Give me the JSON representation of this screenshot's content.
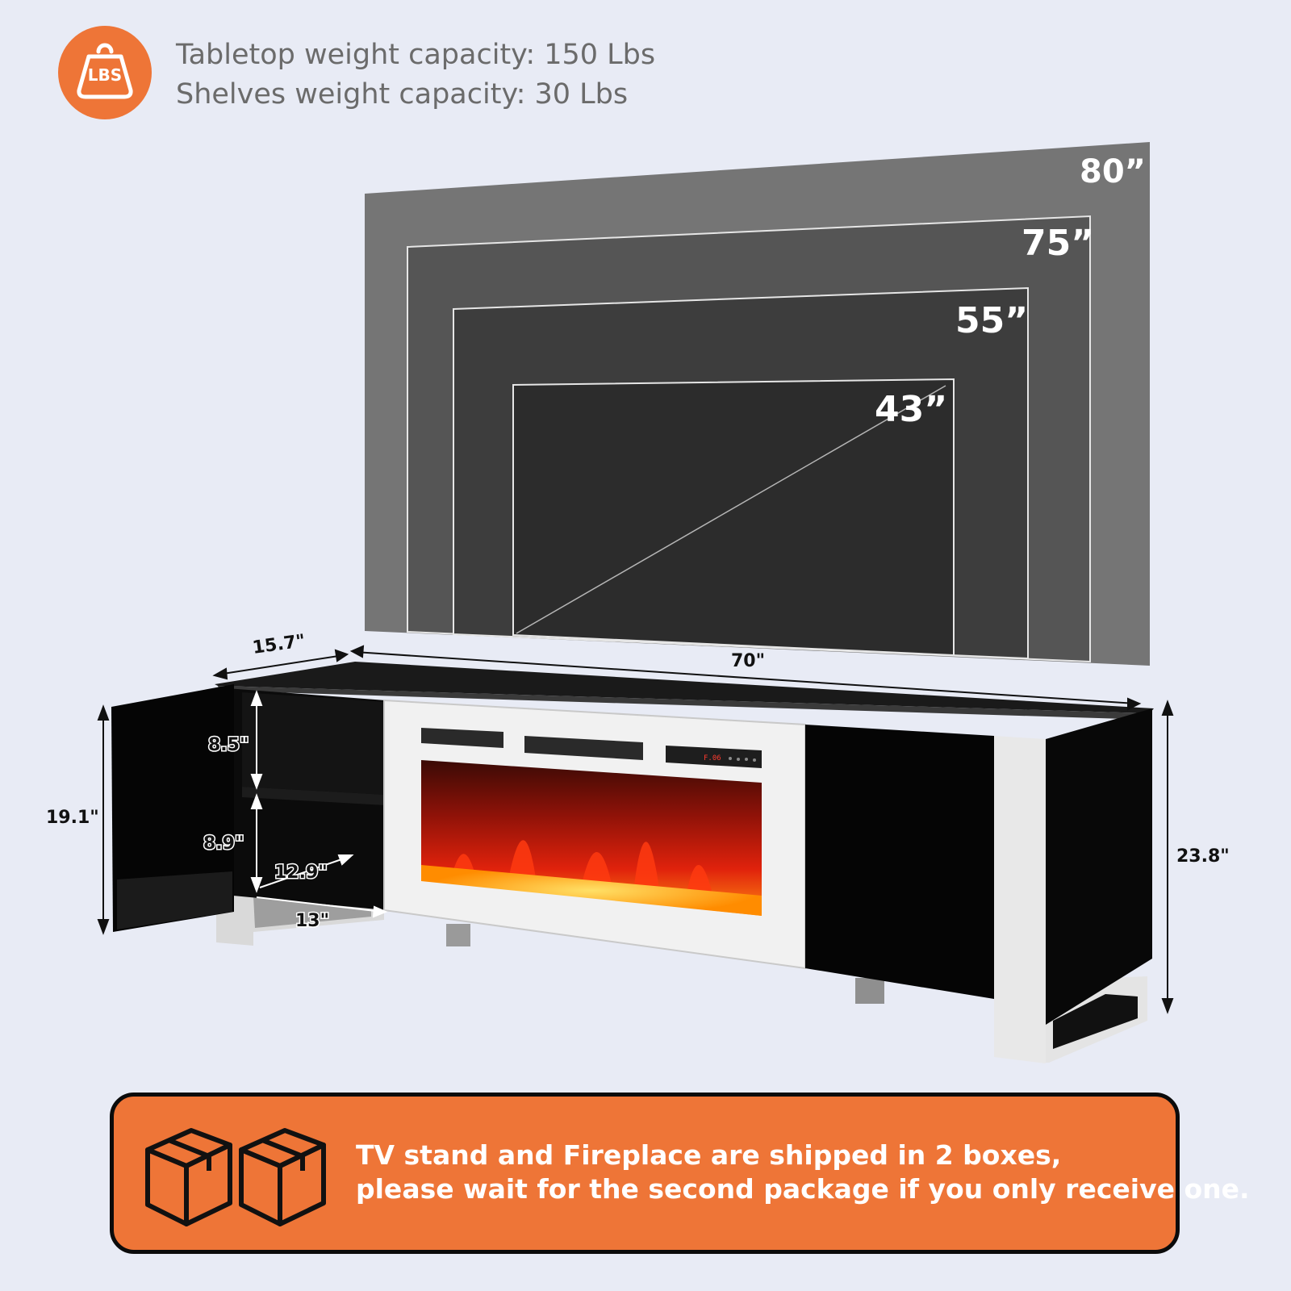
{
  "capacity": {
    "badge_text": "LBS",
    "tabletop": "Tabletop weight capacity: 150 Lbs",
    "shelves": "Shelves weight capacity: 30 Lbs"
  },
  "tv_sizes": {
    "size_80": "80”",
    "size_75": "75”",
    "size_55": "55”",
    "size_43": "43”"
  },
  "dimensions": {
    "depth": "15.7\"",
    "width": "70\"",
    "left_height": "19.1\"",
    "right_height": "23.8\"",
    "upper_shelf": "8.5\"",
    "lower_shelf": "8.9\"",
    "shelf_depth": "12.9\"",
    "shelf_width": "13\""
  },
  "fireplace": {
    "display_readout": "F.06"
  },
  "notice": {
    "line1": "TV stand and Fireplace are shipped in 2 boxes,",
    "line2": "please wait for the second package if you only receive one."
  },
  "colors": {
    "accent_orange": "#ee7537",
    "background": "#e8ebf5",
    "cabinet_black": "#070707",
    "frame_white": "#f1f1f1"
  }
}
